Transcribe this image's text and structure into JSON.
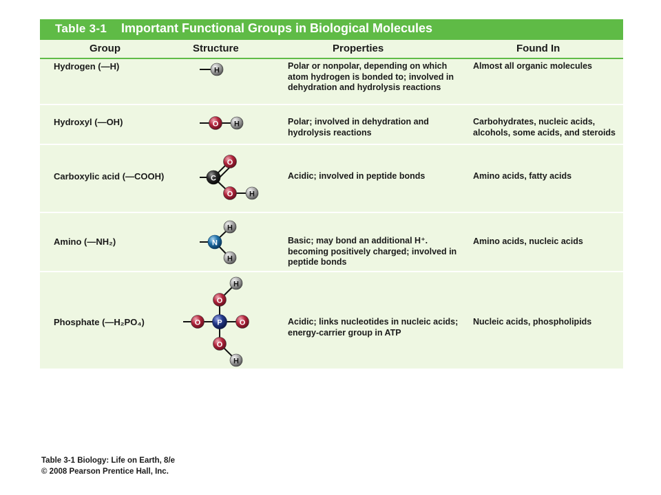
{
  "table": {
    "number": "Table 3-1",
    "title": "Important Functional Groups in Biological Molecules",
    "headers": [
      "Group",
      "Structure",
      "Properties",
      "Found In"
    ],
    "rows": [
      {
        "group": "Hydrogen (—H)",
        "properties": "Polar or nonpolar, depending on which atom hydrogen is bonded to; involved in dehydration and hydrolysis reactions",
        "found_in": "Almost all organic molecules"
      },
      {
        "group": "Hydroxyl (—OH)",
        "properties": "Polar; involved in dehydration and hydrolysis reactions",
        "found_in": "Carbohydrates, nucleic acids, alcohols, some acids, and steroids"
      },
      {
        "group": "Carboxylic acid (—COOH)",
        "properties": "Acidic; involved in peptide bonds",
        "found_in": "Amino acids, fatty acids"
      },
      {
        "group": "Amino (—NH₂)",
        "properties": "Basic; may bond an additional H⁺. becoming positively charged; involved in peptide bonds",
        "found_in": "Amino acids, nucleic acids"
      },
      {
        "group": "Phosphate (—H₂PO₄)",
        "properties": "Acidic; links nucleotides in nucleic acids; energy-carrier group in ATP",
        "found_in": "Nucleic acids, phospholipids"
      }
    ]
  },
  "atoms": {
    "H": "H",
    "O": "O",
    "C": "C",
    "N": "N",
    "P": "P"
  },
  "credit": {
    "line1": "Table 3-1 Biology: Life on Earth, 8/e",
    "line2": "© 2008 Pearson Prentice Hall, Inc."
  },
  "colors": {
    "header_green": "#5fbb46",
    "table_background": "#eef7e2",
    "hydrogen": "#9a9a9a",
    "oxygen": "#b2263d",
    "carbon": "#2b2b2b",
    "nitrogen": "#1e6fa8",
    "phosphorus": "#243a8a"
  }
}
